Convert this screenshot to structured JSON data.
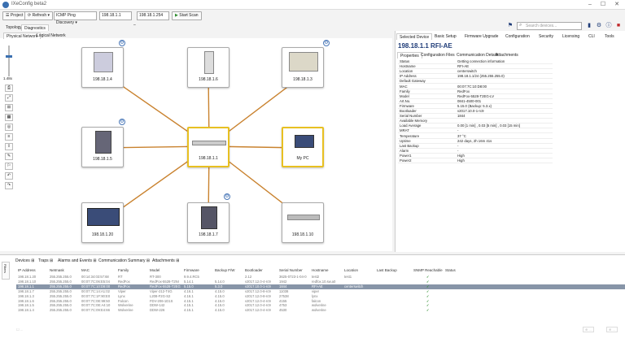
{
  "window": {
    "title": "IXeConfig beta2"
  },
  "toolbar": {
    "project": "Project",
    "refresh": "Refresh",
    "discovery_mode": "ICMP Ping Discovery",
    "ip_start": "198.18.1.1",
    "ip_end": "198.18.1.254",
    "start_scan": "Start Scan",
    "search_placeholder": "Search devices..."
  },
  "view_tabs": [
    "Topology",
    "Diagnostics"
  ],
  "topology_tabs": [
    "Physical Network",
    "Logical Network"
  ],
  "zoom_label": "1.48x",
  "nodes": {
    "n14": "198.18.1.4",
    "n16": "198.18.1.6",
    "n13": "198.18.1.3",
    "n15": "198.18.1.5",
    "n11": "198.18.1.1",
    "mypc": "My PC",
    "n120": "198.18.1.20",
    "n17": "198.18.1.7",
    "n110": "198.18.1.10"
  },
  "detail_tabs": [
    "Selected Device",
    "Basic Setup",
    "Firmware Upgrade",
    "Configuration",
    "Security",
    "Licensing",
    "CLI",
    "Tools"
  ],
  "device_title": "198.18.1.1 RFI-AE",
  "sub_tabs": [
    "Properties",
    "Configuration Files",
    "Communication Details",
    "Attachments"
  ],
  "properties": [
    {
      "k": "Status",
      "v": "Getting connection information"
    },
    {
      "k": "Hostname",
      "v": "RFI-AE"
    },
    {
      "k": "Location",
      "v": "centerswitch"
    },
    {
      "k": "IP Address",
      "v": "198.18.1.1/24 (255.255.255.0)"
    },
    {
      "k": "Default Gateway",
      "v": ""
    },
    {
      "k": "MAC",
      "v": "00:07:7C:10:D8:00"
    },
    {
      "k": "Family",
      "v": "RedFox"
    },
    {
      "k": "Model",
      "v": "RedFox-5528-T2EG-LV"
    },
    {
      "k": "Art.No.",
      "v": "0841-4500-001"
    },
    {
      "k": "Firmware",
      "v": "5.15.0 (Backup: 5.3.x)"
    },
    {
      "k": "Bootloader",
      "v": "v2017.10.0-1-rc9"
    },
    {
      "k": "Serial Number",
      "v": "1844"
    },
    {
      "k": "Available Memory",
      "v": ""
    },
    {
      "k": "Load Average",
      "v": "0.00 [1 min] , 0.03 [5 min] , 0.03 [15 min]"
    },
    {
      "k": "MRAT",
      "v": "-"
    },
    {
      "k": "Temperature",
      "v": "37 °C"
    },
    {
      "k": "Uptime",
      "v": "242 days, 2h 16m 41s"
    },
    {
      "k": "Last Backup",
      "v": "-"
    },
    {
      "k": "Alarm",
      "v": "-"
    },
    {
      "k": "Power1",
      "v": "High"
    },
    {
      "k": "Power2",
      "v": "High"
    }
  ],
  "bottom_tabs": [
    "Devices",
    "Traps",
    "Alarms and Events",
    "Communication Summary",
    "Attachments"
  ],
  "filters_label": "Filters",
  "columns": [
    "IP Address",
    "Netmask",
    "MAC",
    "Family",
    "Model",
    "Firmware",
    "Backup F/W",
    "Bootloader",
    "Serial Number",
    "Hostname",
    "Location",
    "Last Backup",
    "SNMP Reachable",
    "Status"
  ],
  "rows": [
    [
      "198.18.1.20",
      "255.255.255.0",
      "00:14:34:03:57:68",
      "RT",
      "RT-300",
      "9.9.4.RC5",
      "",
      "2.12",
      "3625-0723-1-04-0",
      "test2",
      "test1",
      "",
      "✓",
      ""
    ],
    [
      "198.18.1.10",
      "255.255.255.0",
      "00:07:7C:06:E5:04",
      "RedFox",
      "RedFox-5528-T2NI",
      "5.14.1",
      "5.14.0",
      "v2017.12.0-4-rc9",
      "1942",
      "redfox.10.sw.a0",
      "",
      "",
      "✓",
      ""
    ],
    [
      "198.18.1.1",
      "255.255.255.0",
      "00:07:7C:10:D8:00",
      "RedFox",
      "RedFox-5528-T2EG",
      "5.15.0",
      "5.3.0",
      "v2017.10.0-1-rc9",
      "1844",
      "RFI-AE",
      "centerswitch",
      "",
      "✓",
      ""
    ],
    [
      "198.18.1.7",
      "255.255.255.0",
      "00:07:7C:14:A1:02",
      "Viper",
      "Viper-212-T4G",
      "4.16.1",
      "4.15.0",
      "v2017.12.0-8-rc9",
      "11038",
      "viper",
      "",
      "",
      "✓",
      ""
    ],
    [
      "198.18.1.3",
      "255.255.255.0",
      "00:07:7C:1F:90:E0",
      "Lynx",
      "L208-F2G-S2",
      "4.16.1",
      "4.15.0",
      "v2017.12.0-8-rc9",
      "27538",
      "lynx",
      "",
      "",
      "✓",
      ""
    ],
    [
      "198.18.1.6",
      "255.255.255.0",
      "00:07:7C:0E:99:50",
      "Falcon",
      "FDV-206-1D1S",
      "4.15.1",
      "4.15.0",
      "v2017.12.0-4-rc9",
      "4155",
      "falcon",
      "",
      "",
      "✓",
      ""
    ],
    [
      "198.18.1.5",
      "255.255.255.0",
      "00:07:7C:0E:A4:10",
      "Wolverine",
      "DDW-142",
      "4.15.1",
      "4.15.0",
      "v2017.12.0-4-rc9",
      "4753",
      "wolverine",
      "",
      "",
      "✓",
      ""
    ],
    [
      "198.18.1.4",
      "255.255.255.0",
      "00:07:7C:09:E4:66",
      "Wolverine",
      "DDW-226",
      "4.15.1",
      "4.15.0",
      "v2017.12.0-4-rc9",
      "4530",
      "wolverine",
      "",
      "",
      "✓",
      ""
    ]
  ],
  "colors": {
    "link": "#c9822e",
    "selected": "#e8c021",
    "row_selected": "#8795a8"
  }
}
